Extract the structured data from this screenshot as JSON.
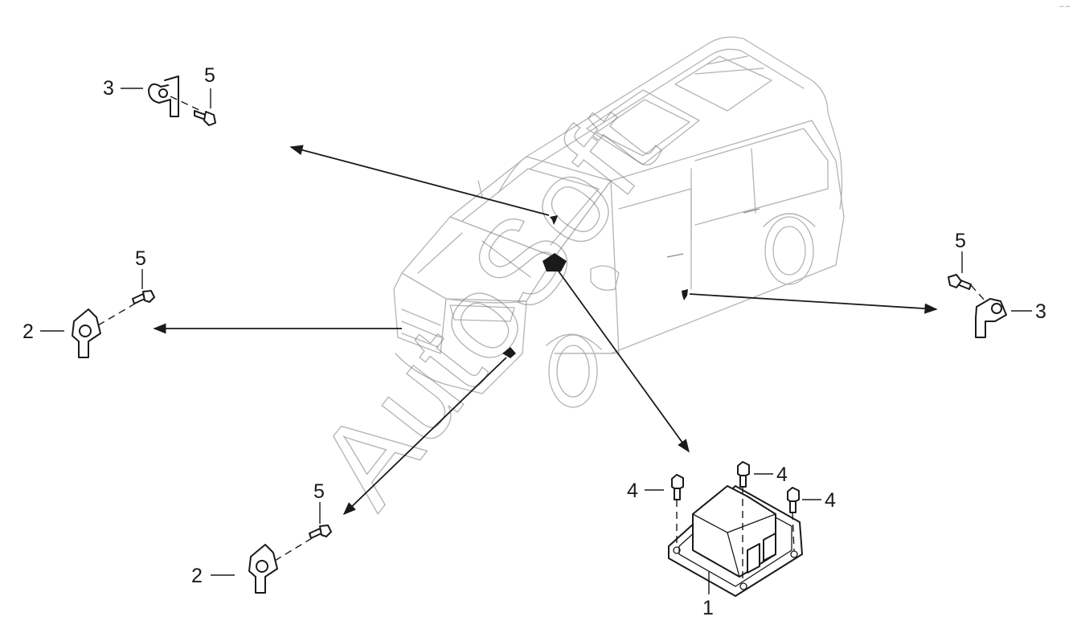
{
  "diagram": {
    "callouts": {
      "ecu_label": "1",
      "front_sensor_top_label": "2",
      "front_sensor_bottom_label": "2",
      "side_sensor_left_label": "3",
      "side_sensor_right_label": "3",
      "ecu_bolt_left_label": "4",
      "ecu_bolt_top_label": "4",
      "ecu_bolt_right_label": "4",
      "bolt_top_left_label": "5",
      "bolt_front_top_label": "5",
      "bolt_front_bottom_label": "5",
      "bolt_right_label": "5"
    },
    "watermark": "AutoSoft",
    "corner_mark": "°° °°"
  },
  "colors": {
    "line": "#1a1a1a",
    "vehicle_outline": "#b3b3b3",
    "watermark": "#6f6f6f",
    "background": "#ffffff"
  }
}
